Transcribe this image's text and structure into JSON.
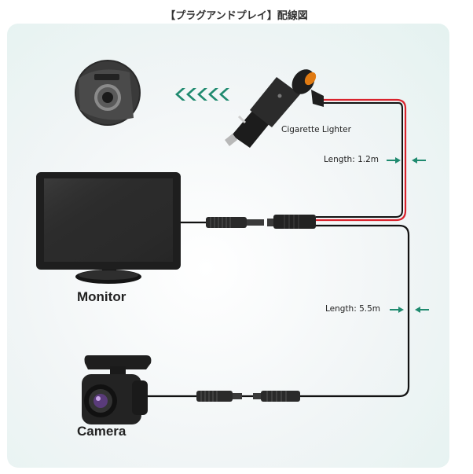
{
  "title": "【プラグアンドプレイ】配線図",
  "labels": {
    "cigarette_lighter": "Cigarette Lighter",
    "length_top": "Length: 1.2m",
    "length_bottom": "Length: 5.5m",
    "monitor": "Monitor",
    "camera": "Camera"
  },
  "colors": {
    "accent": "#1f8a6f",
    "power_wire": "#d9232d",
    "wire": "#111111",
    "panel_bg": "#eef5f4"
  }
}
